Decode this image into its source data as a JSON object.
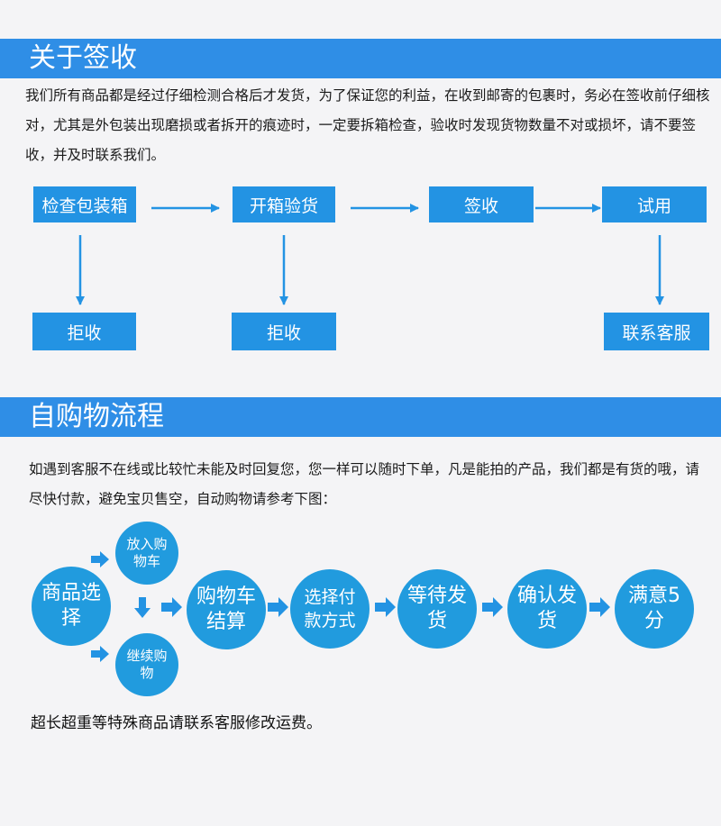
{
  "section1": {
    "title": "关于签收",
    "paragraph": "我们所有商品都是经过仔细检测合格后才发货，为了保证您的利益，在收到邮寄的包裹时，务必在签收前仔细核对，尤其是外包装出现磨损或者拆开的痕迹时，一定要拆箱检查，验收时发现货物数量不对或损坏，请不要签收，并及时联系我们。",
    "steps": [
      "检查包装箱",
      "开箱验货",
      "签收",
      "试用"
    ],
    "outcomes": [
      "拒收",
      "拒收",
      "联系客服"
    ]
  },
  "section2": {
    "title": "自购物流程",
    "paragraph": "如遇到客服不在线或比较忙未能及时回复您，您一样可以随时下单，凡是能拍的产品，我们都是有货的哦，请尽快付款，避免宝贝售空，自动购物请参考下图：",
    "flow": {
      "select": "商品选择",
      "add_to_cart": "放入购物车",
      "continue_shopping": "继续购物",
      "checkout": "购物车结算",
      "payment": "选择付款方式",
      "wait_shipping": "等待发货",
      "confirm_delivery": "确认发货",
      "rating": "满意5分"
    },
    "note": "超长超重等特殊商品请联系客服修改运费。"
  },
  "colors": {
    "header_bg": "#2f8ee6",
    "box_bg": "#2393e3",
    "circle_bg": "#219bde",
    "arrow": "#2393e3"
  }
}
